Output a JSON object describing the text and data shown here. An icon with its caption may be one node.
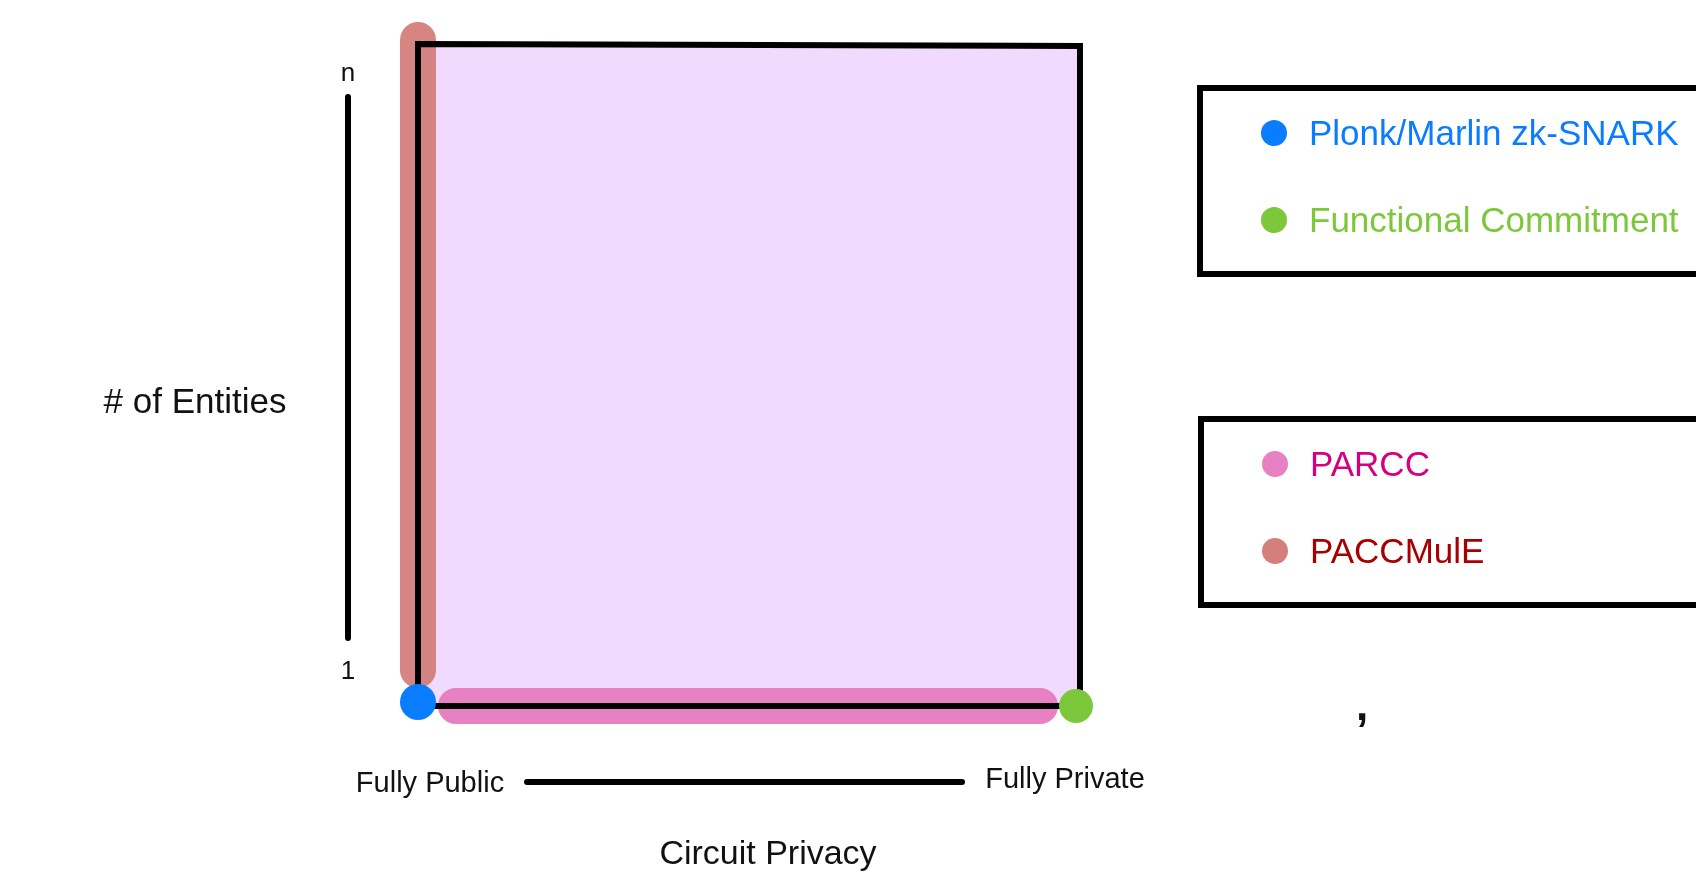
{
  "diagram": {
    "labels": [
      "n",
      "# of Entities",
      "1",
      "Fully Public",
      "Fully Private",
      ",",
      "Circuit Privacy"
    ],
    "legend": [
      {
        "text": "Plonk/Marlin zk-SNARK",
        "color": "#0a7cff"
      },
      {
        "text": "Functional Commitment",
        "color": "#7dc83a"
      },
      {
        "text": "PARCC",
        "color": "#e880c4"
      },
      {
        "text": "PACCMulE",
        "color": "#d47f7c"
      }
    ]
  }
}
